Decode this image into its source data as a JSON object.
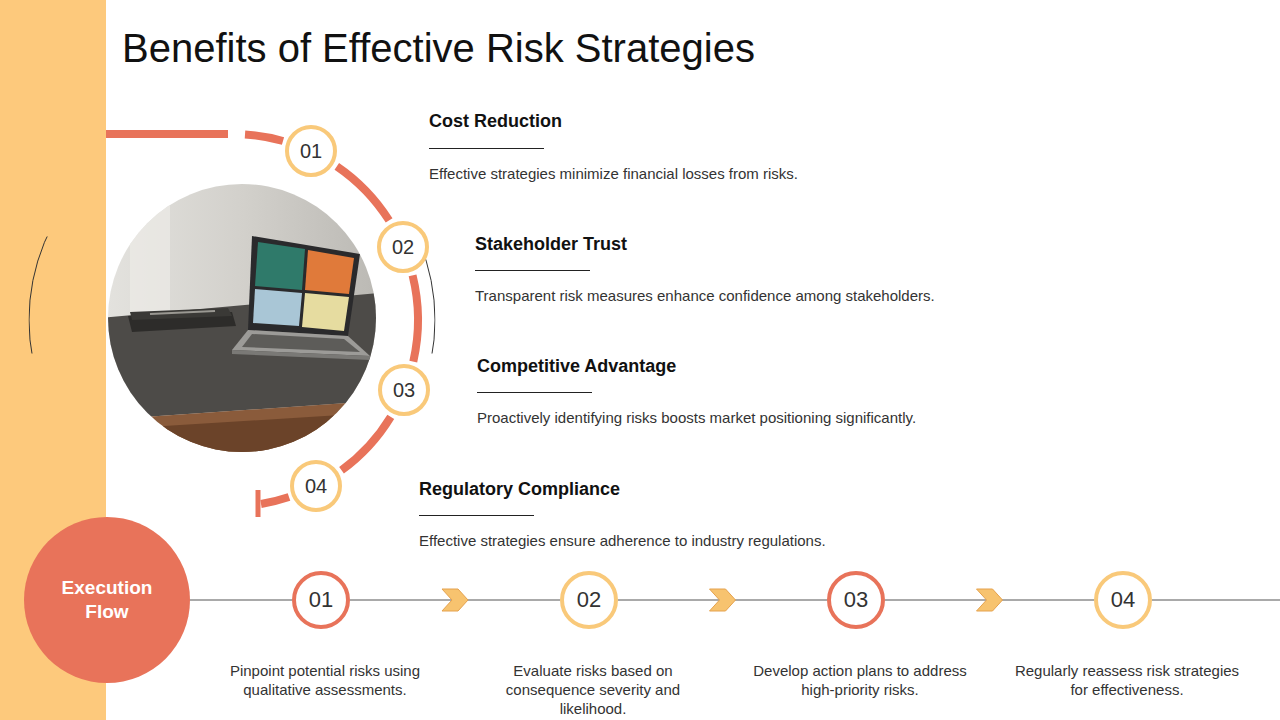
{
  "diagram": {
    "title": "Benefits of Effective Risk Strategies",
    "nodes": [
      {
        "text": [
          "01",
          "Cost Reduction",
          "Effective strategies minimize financial losses from risks."
        ]
      },
      {
        "text": [
          "02",
          "Stakeholder Trust",
          "Transparent risk measures enhance confidence among stakeholders."
        ]
      },
      {
        "text": [
          "03",
          "Competitive Advantage",
          "Proactively identifying risks boosts market positioning significantly."
        ]
      },
      {
        "text": [
          "04",
          "Regulatory Compliance",
          "Effective strategies ensure adherence to industry regulations."
        ]
      },
      {
        "text": [
          "Execution Flow"
        ]
      },
      {
        "text": [
          "01",
          "Pinpoint potential risks using qualitative assessments."
        ]
      },
      {
        "text": [
          "02",
          "Evaluate risks based on consequence severity and likelihood."
        ]
      },
      {
        "text": [
          "03",
          "Develop action plans to address high-priority risks."
        ]
      },
      {
        "text": [
          "04",
          "Regularly reassess risk strategies for effectiveness."
        ]
      }
    ],
    "edges": [
      {
        "from": 0,
        "to": 1,
        "arrow": "none"
      },
      {
        "from": 1,
        "to": 2,
        "arrow": "none"
      },
      {
        "from": 2,
        "to": 3,
        "arrow": "none"
      },
      {
        "from": 4,
        "to": 5,
        "arrow": "none"
      },
      {
        "from": 5,
        "to": 6,
        "arrow": "to"
      },
      {
        "from": 6,
        "to": 7,
        "arrow": "to"
      },
      {
        "from": 7,
        "to": 8,
        "arrow": "to"
      }
    ]
  }
}
